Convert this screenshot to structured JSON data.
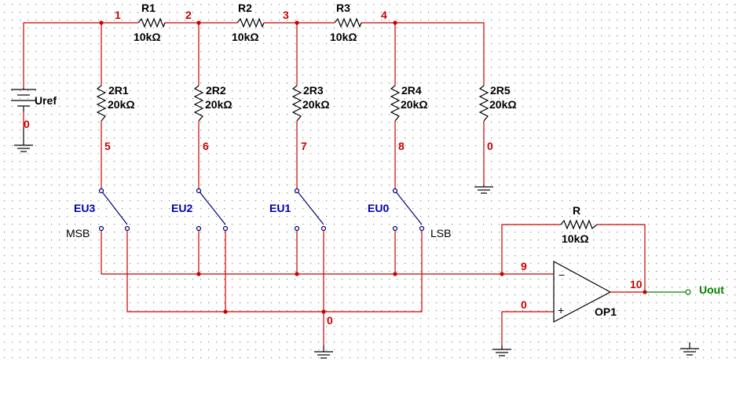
{
  "resistors": {
    "r1": {
      "name": "R1",
      "value": "10kΩ"
    },
    "r2": {
      "name": "R2",
      "value": "10kΩ"
    },
    "r3": {
      "name": "R3",
      "value": "10kΩ"
    },
    "r2r1": {
      "name": "2R1",
      "value": "20kΩ"
    },
    "r2r2": {
      "name": "2R2",
      "value": "20kΩ"
    },
    "r2r3": {
      "name": "2R3",
      "value": "20kΩ"
    },
    "r2r4": {
      "name": "2R4",
      "value": "20kΩ"
    },
    "r2r5": {
      "name": "2R5",
      "value": "20kΩ"
    },
    "rf": {
      "name": "R",
      "value": "10kΩ"
    }
  },
  "source": {
    "name": "Uref",
    "node": "0"
  },
  "nodes": {
    "n1": "1",
    "n2": "2",
    "n3": "3",
    "n4": "4",
    "n5": "5",
    "n6": "6",
    "n7": "7",
    "n8": "8",
    "n0_r2r5": "0",
    "n0_bus": "0",
    "n9": "9",
    "n0_op": "0",
    "n10": "10"
  },
  "switches": {
    "eu3": "EU3",
    "eu2": "EU2",
    "eu1": "EU1",
    "eu0": "EU0"
  },
  "bit_labels": {
    "msb": "MSB",
    "lsb": "LSB"
  },
  "opamp": {
    "name": "OP1",
    "minus": "−",
    "plus": "+"
  },
  "output": {
    "name": "Uout"
  },
  "colors": {
    "wire": "#cc0000",
    "switch": "#0000aa",
    "output": "#008000",
    "grid_dot": "#8a8a8a"
  }
}
